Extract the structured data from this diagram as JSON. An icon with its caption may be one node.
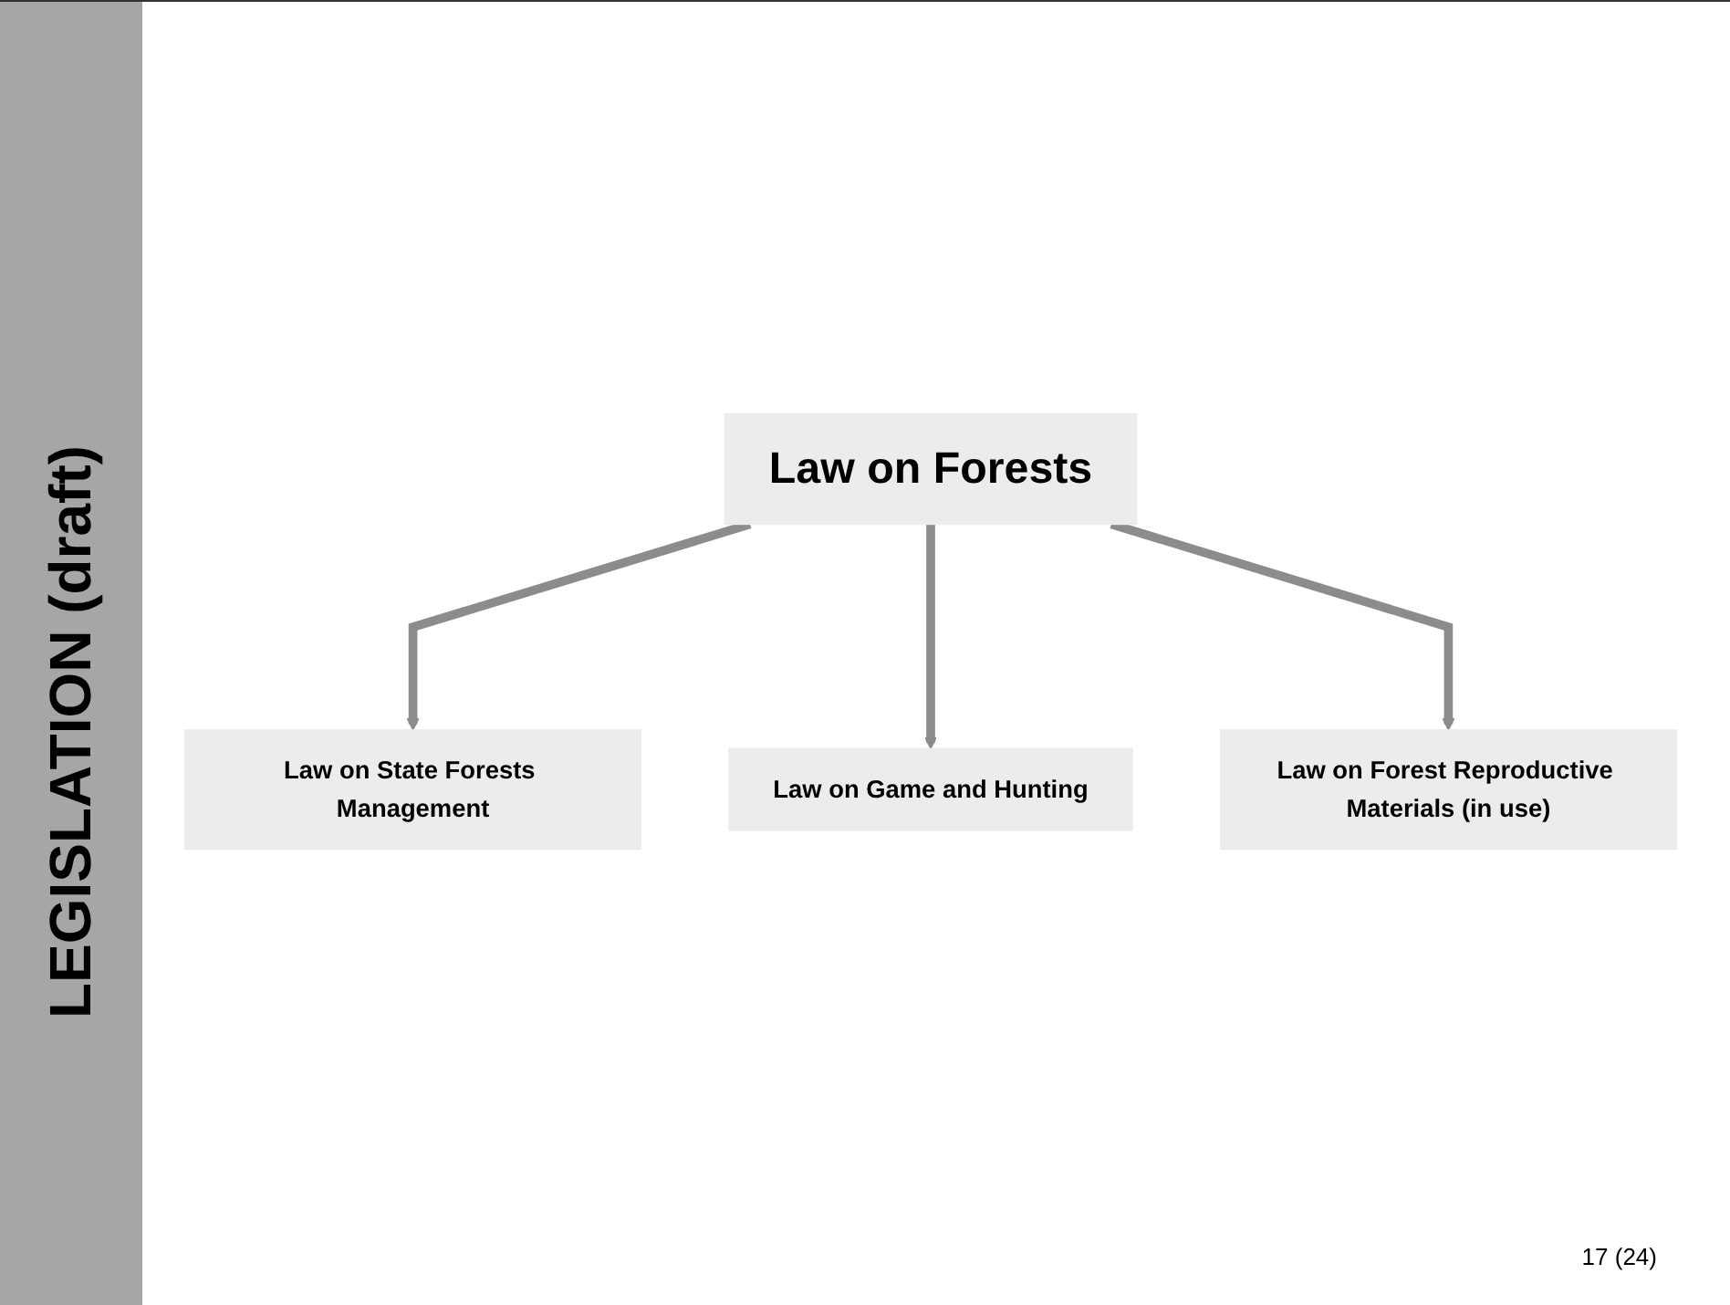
{
  "diagram": {
    "title": "LEGISLATION (draft)",
    "nodes": [
      {
        "text": [
          "Law on Forests"
        ]
      },
      {
        "text": [
          "Law on State Forests Management"
        ]
      },
      {
        "text": [
          "Law on Game and Hunting"
        ]
      },
      {
        "text": [
          "Law on Forest Reproductive Materials (in use)"
        ]
      }
    ],
    "edges": [
      {
        "from": 0,
        "to": 1,
        "arrow": "to"
      },
      {
        "from": 0,
        "to": 2,
        "arrow": "to"
      },
      {
        "from": 0,
        "to": 3,
        "arrow": "to"
      }
    ],
    "labels": [
      "17 (24)"
    ]
  }
}
